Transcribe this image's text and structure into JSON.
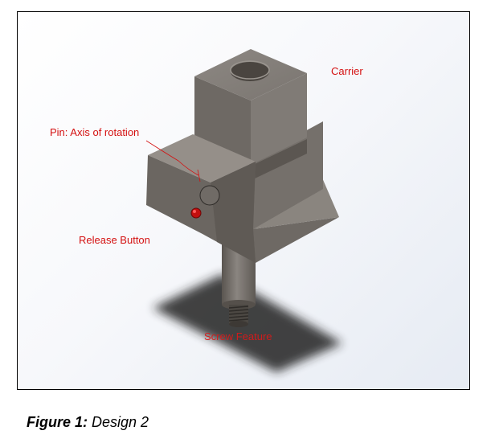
{
  "figure": {
    "labels": {
      "carrier": "Carrier",
      "pin": "Pin: Axis of rotation",
      "release_button": "Release Button",
      "screw_feature": "Screw Feature"
    },
    "annotation_color": "#d41010",
    "body_color": "#7d7772",
    "button_color": "#c20f0f"
  },
  "caption": {
    "label": "Figure 1:",
    "text": " Design 2"
  }
}
